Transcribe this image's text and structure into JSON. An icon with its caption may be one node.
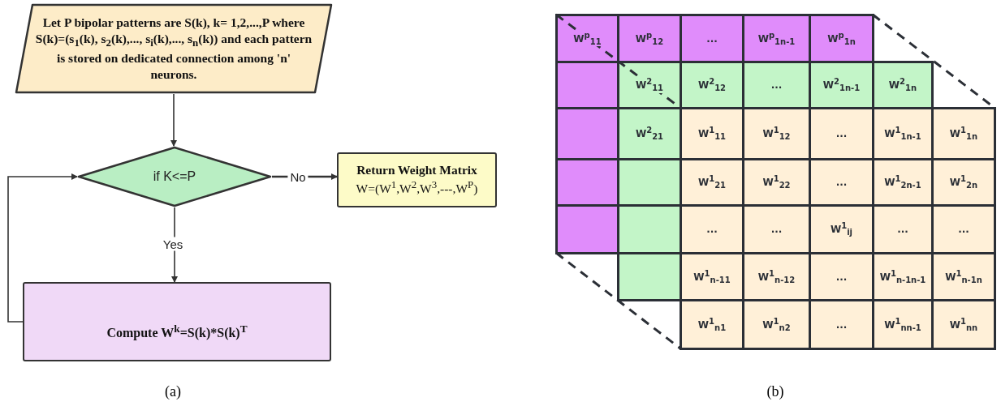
{
  "diagram": {
    "nodes": [
      {
        "text": [
          "Let  P bipolar patterns are S(k), k= 1,2,...,P where S(k)=(s$_{1}$(k), s$_{2}$(k),..., s$_{i}$(k),..., s$_{n}$(k)) and each pattern is stored on dedicated connection among 'n' neurons."
        ]
      },
      {
        "text": [
          "if K<=P"
        ]
      },
      {
        "text": [
          "Return Weight Matrix",
          "W=(W$^{1}$,W$^{2}$,W$^{3}$,---,W$^{P}$)"
        ]
      },
      {
        "text": [
          "Compute W$^{k}$=S(k)*S(k)$^{T}$"
        ]
      }
    ],
    "edges": [
      {
        "from": 0,
        "to": 1,
        "arrow": "to"
      },
      {
        "from": 1,
        "to": 2,
        "arrow": "to",
        "label": "No"
      },
      {
        "from": 1,
        "to": 3,
        "arrow": "to",
        "label": "Yes"
      },
      {
        "from": 3,
        "to": 1,
        "arrow": "to"
      }
    ],
    "labels": [
      "W$^{p}$$_{11}$",
      "W$^{p}$$_{12}$",
      "...",
      "W$^{p}$$_{1n-1}$",
      "W$^{p}$$_{1n}$",
      "W$^{2}$$_{11}$",
      "W$^{2}$$_{12}$",
      "...",
      "W$^{2}$$_{1n-1}$",
      "W$^{2}$$_{1n}$",
      "W$^{2}$$_{21}$",
      "W$^{1}$$_{11}$",
      "W$^{1}$$_{12}$",
      "...",
      "W$^{1}$$_{1n-1}$",
      "W$^{1}$$_{1n}$",
      "W$^{1}$$_{21}$",
      "W$^{1}$$_{22}$",
      "...",
      "W$^{1}$$_{2n-1}$",
      "W$^{1}$$_{2n}$",
      "...",
      "...",
      "W$^{1}$$_{ij}$",
      "...",
      "...",
      "W$^{1}$$_{n-11}$",
      "W$^{1}$$_{n-12}$",
      "...",
      "W$^{1}$$_{n-1n-1}$",
      "W$^{1}$$_{n-1n}$",
      "W$^{1}$$_{n1}$",
      "W$^{1}$$_{n2}$",
      "...",
      "W$^{1}$$_{nn-1}$",
      "W$^{1}$$_{nn}$",
      "(a)",
      "(b)"
    ]
  }
}
